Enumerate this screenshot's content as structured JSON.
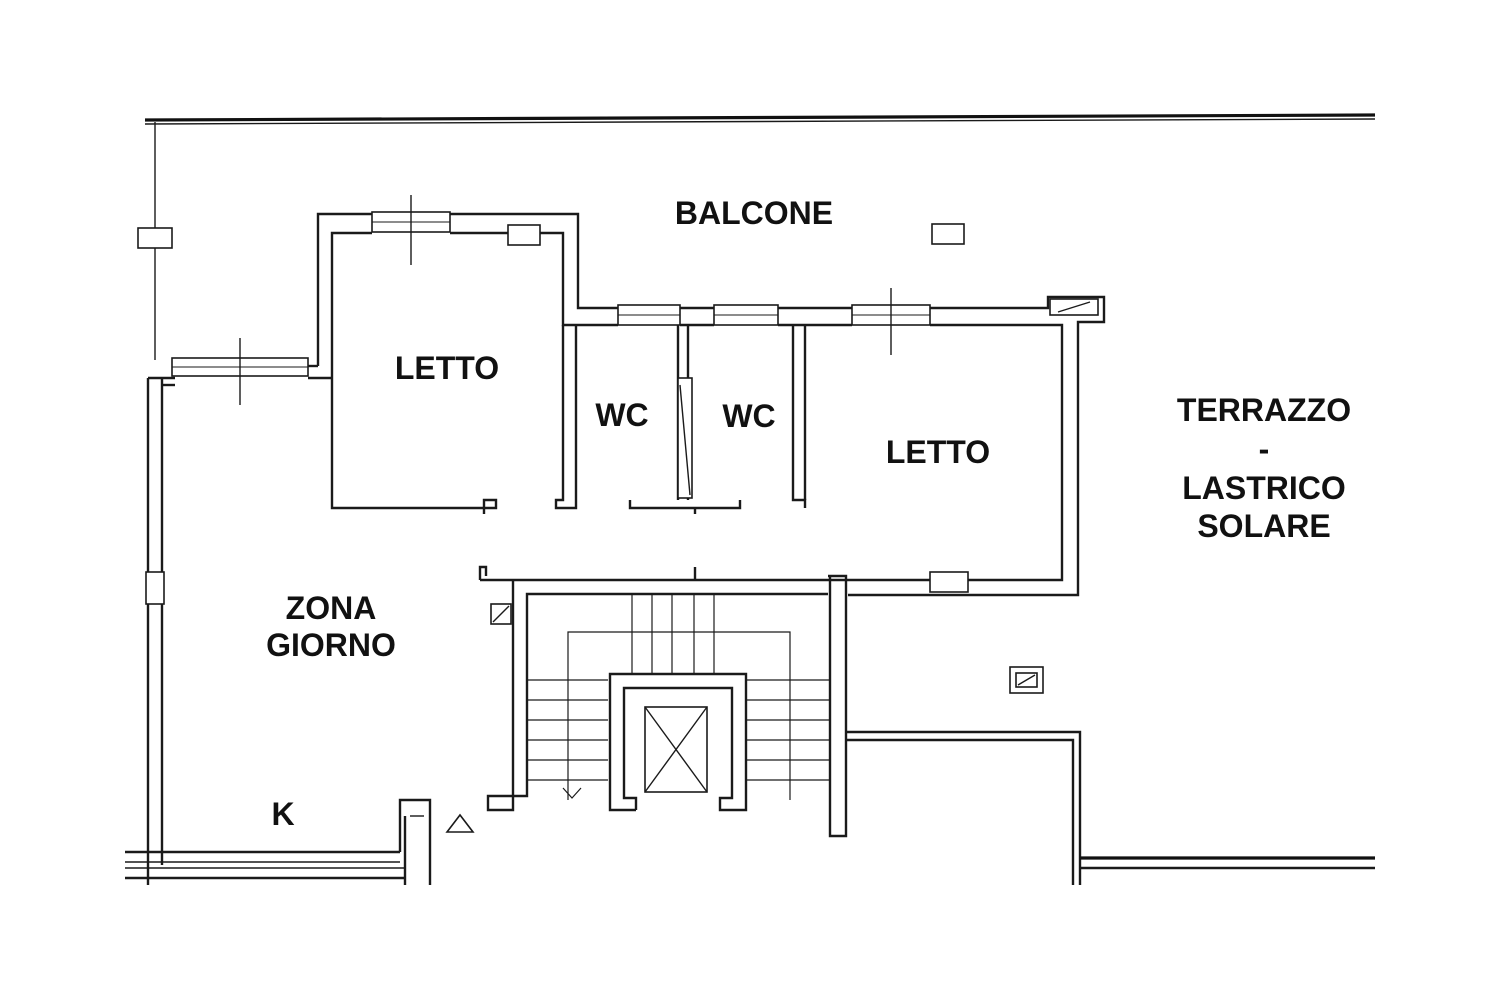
{
  "rooms": {
    "balcone": "BALCONE",
    "letto_1": "LETTO",
    "wc_1": "WC",
    "wc_2": "WC",
    "letto_2": "LETTO",
    "terrazzo_line1": "TERRAZZO",
    "terrazzo_line2": "-",
    "terrazzo_line3": "LASTRICO",
    "terrazzo_line4": "SOLARE",
    "zona_giorno_line1": "ZONA",
    "zona_giorno_line2": "GIORNO",
    "kitchen": "K"
  },
  "colors": {
    "line": "#1a1a1a",
    "background": "#ffffff"
  }
}
